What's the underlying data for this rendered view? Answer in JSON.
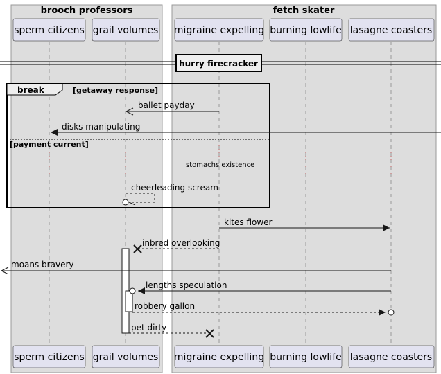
{
  "boxes": [
    {
      "title": "brooch professors"
    },
    {
      "title": "fetch skater"
    }
  ],
  "participants": [
    {
      "label": "sperm citizens"
    },
    {
      "label": "grail volumes"
    },
    {
      "label": "migraine expelling"
    },
    {
      "label": "burning lowlife"
    },
    {
      "label": "lasagne coasters"
    }
  ],
  "divider": {
    "label": "hurry firecracker"
  },
  "fragment": {
    "keyword": "break",
    "guard1": "[getaway response]",
    "guard2": "[payment current]"
  },
  "messages": [
    {
      "label": "ballet payday"
    },
    {
      "label": "disks manipulating"
    },
    {
      "label": "stomachs existence"
    },
    {
      "label": "cheerleading scream"
    },
    {
      "label": "kites flower"
    },
    {
      "label": "inbred overlooking"
    },
    {
      "label": "moans bravery"
    },
    {
      "label": "lengths speculation"
    },
    {
      "label": "robbery gallon"
    },
    {
      "label": "pet dirty"
    }
  ]
}
